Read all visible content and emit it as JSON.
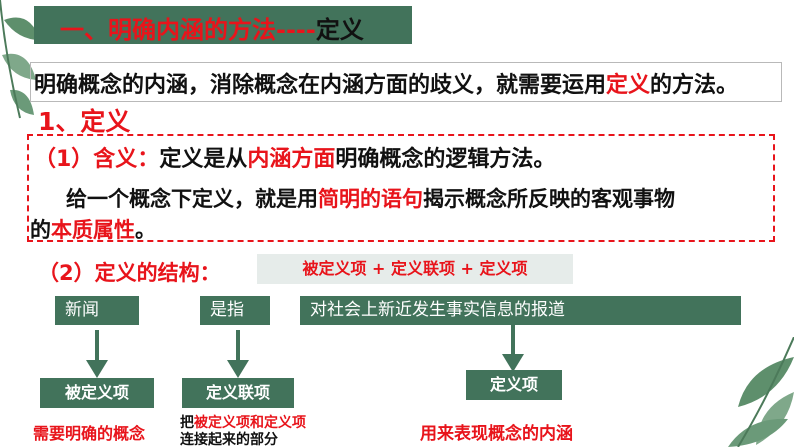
{
  "title": {
    "prefix": "一、明确内涵的方法",
    "dashes": "----",
    "suffix": "定义"
  },
  "intro": {
    "part1": "明确概念的内涵，消除概念在内涵方面的歧义，就需要运用",
    "highlight": "定义",
    "part2": "的方法。"
  },
  "section_heading": "1、定义",
  "definition": {
    "label": "（1）含义：",
    "text1": "定义是从",
    "highlight1": "内涵方面",
    "text2": "明确概念的逻辑方法。",
    "para_a": "给一个概念下定义，就是用",
    "highlight2": "简明的语句",
    "para_b": "揭示概念所反映的客观事物",
    "para_c": "的",
    "highlight3": "本质属性",
    "para_d": "。"
  },
  "structure": {
    "label": "（2）定义的结构：",
    "formula": "被定义项 + 定义联项 + 定义项"
  },
  "diagram": {
    "box_news": "新闻",
    "box_is": "是指",
    "box_report": "对社会上新近发生事实信息的报道",
    "label_defined": "被定义项",
    "label_copula": "定义联项",
    "label_definer": "定义项",
    "caption_defined": "需要明确的概念",
    "caption_copula_prefix": "把",
    "caption_copula_highlight": "被定义项和定义项",
    "caption_copula_line2": "连接起来的部分",
    "caption_definer": "用来表现概念的内涵"
  },
  "colors": {
    "accent_red": "#e8141b",
    "green": "#42735b",
    "formula_bg": "#e6ecea"
  }
}
